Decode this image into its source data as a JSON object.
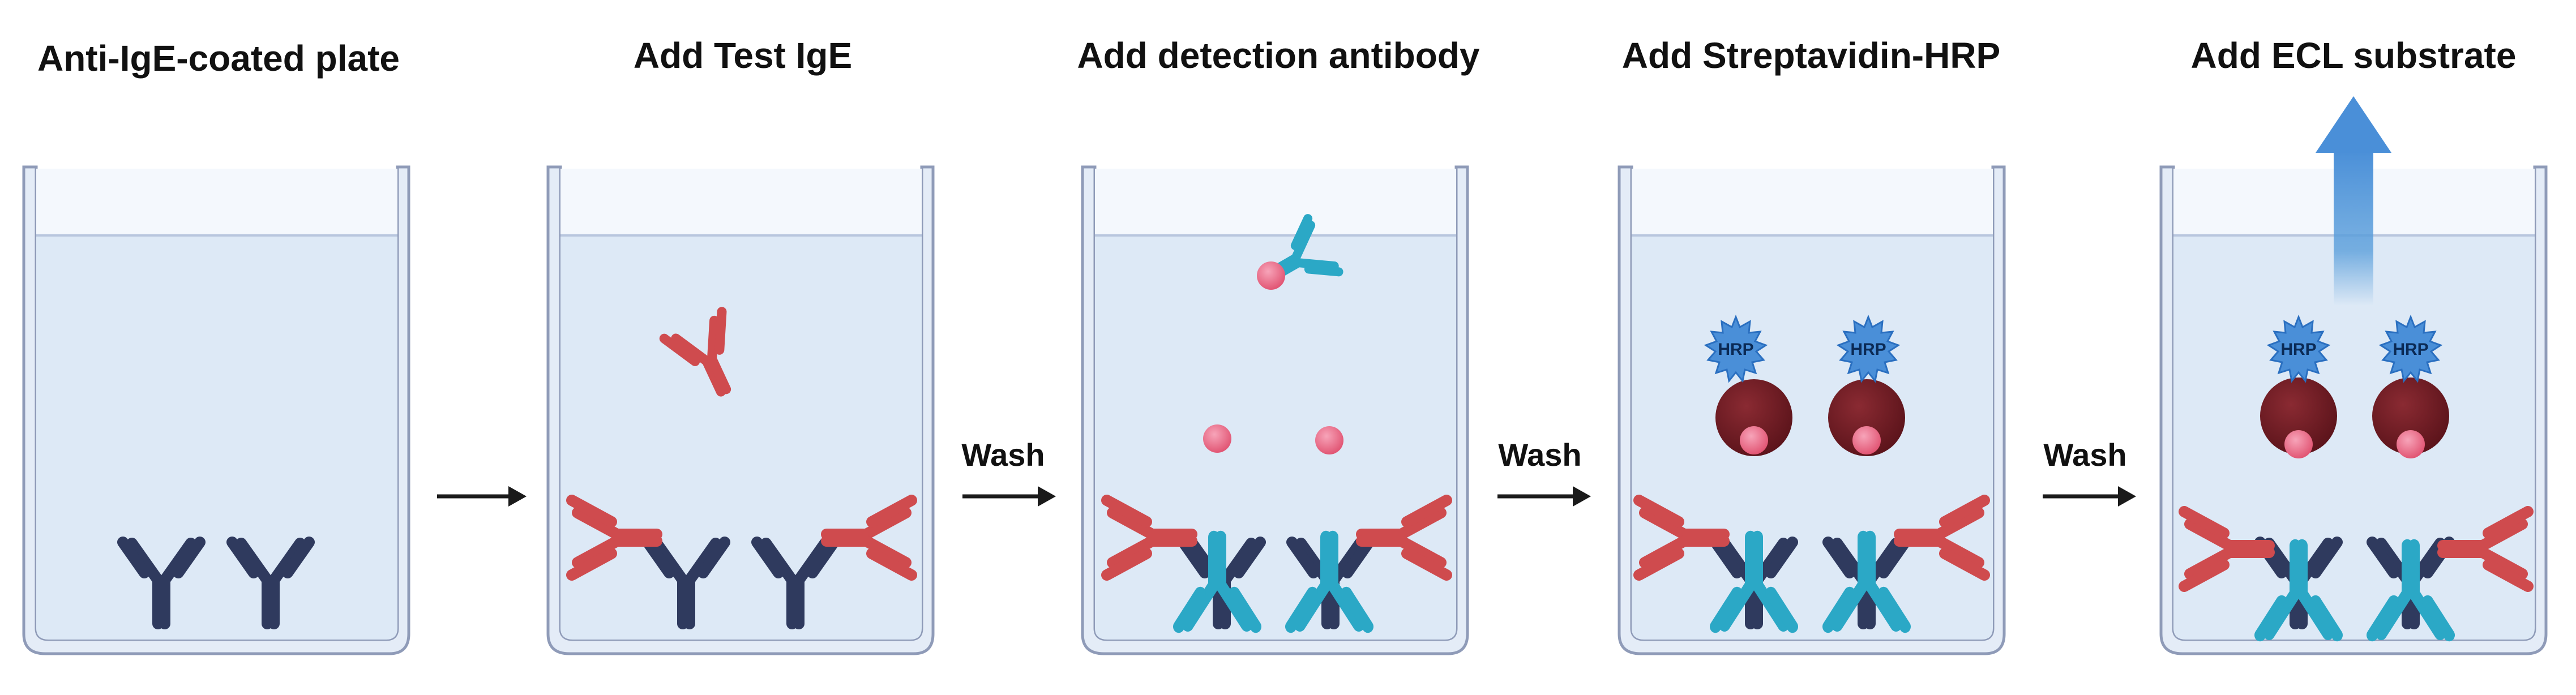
{
  "steps": [
    {
      "title": "Anti-IgE-coated plate"
    },
    {
      "title": "Add Test IgE"
    },
    {
      "title": "Add detection antibody"
    },
    {
      "title": "Add Streptavidin-HRP"
    },
    {
      "title": "Add ECL substrate"
    }
  ],
  "transitions": [
    {
      "label": ""
    },
    {
      "label": "Wash"
    },
    {
      "label": "Wash"
    },
    {
      "label": "Wash"
    }
  ],
  "hrp_label": "HRP",
  "colors": {
    "capture_antibody": "#2f3a5e",
    "test_ige": "#cf4b4e",
    "detection_antibody": "#2ba8c6",
    "biotin": "#e8607f",
    "streptavidin": "#6e1a22",
    "hrp": "#4a8fd8",
    "signal": "#5b9fdb"
  }
}
